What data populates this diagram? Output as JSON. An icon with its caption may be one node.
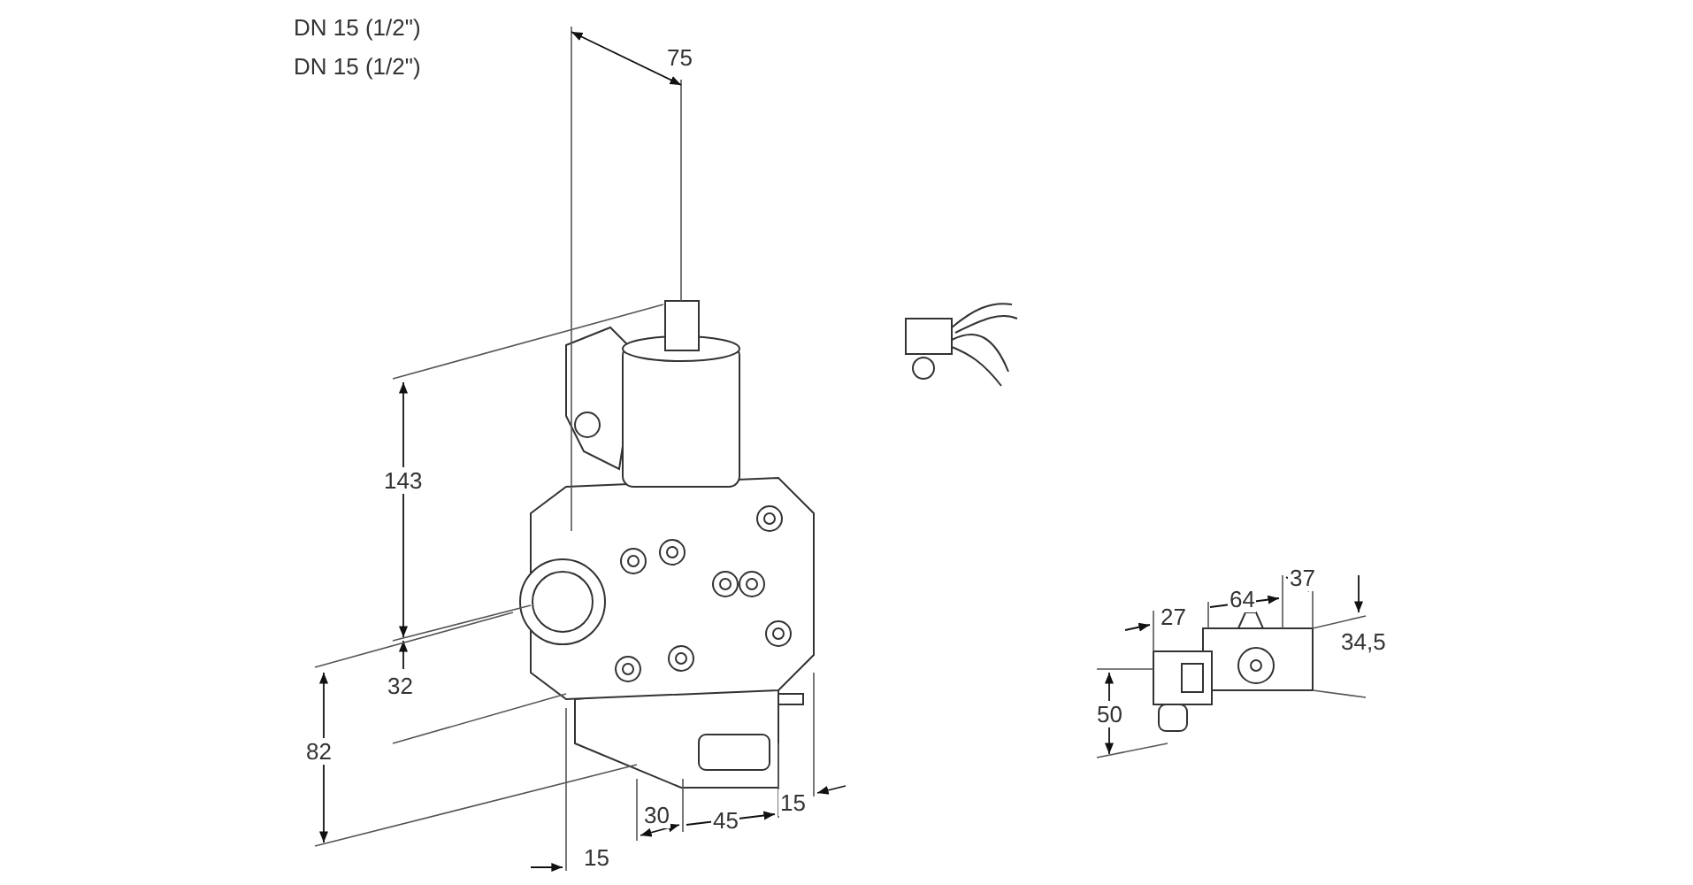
{
  "diagram": {
    "labels": [
      "DN 15 (1/2\")",
      "DN 15 (1/2\")",
      "75",
      "143",
      "32",
      "82",
      "15",
      "30",
      "45",
      "15",
      "27",
      "64",
      "37",
      "34,5",
      "50"
    ]
  }
}
